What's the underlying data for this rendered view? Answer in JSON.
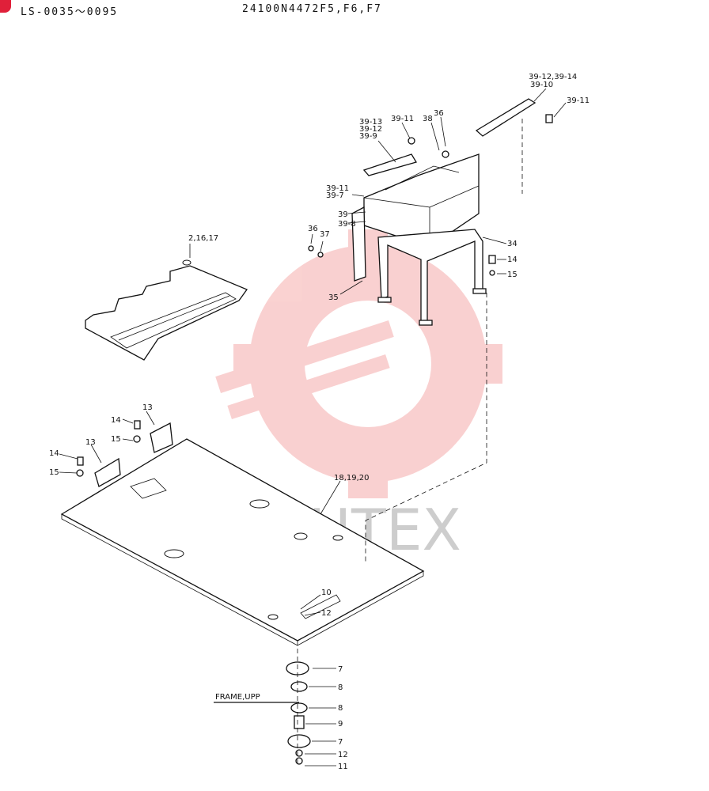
{
  "header": {
    "serial_range": "LS-0035～0095",
    "part_number": "24100N4472F5,F6,F7"
  },
  "watermark": {
    "text": "ИНТЕХ",
    "color": "#e8302e"
  },
  "callouts": {
    "c1": "39-12,39-14",
    "c2": "39-10",
    "c3": "39-11",
    "c4": "39-13",
    "c5": "39-12",
    "c6": "39-9",
    "c7": "39-11",
    "c8": "38",
    "c9": "36",
    "c10": "39-11",
    "c11": "39-7",
    "c12": "39",
    "c13": "39-8",
    "c14": "36",
    "c15": "37",
    "c16": "34",
    "c17": "14",
    "c18": "15",
    "c19": "35",
    "c20": "2,16,17",
    "c21": "14",
    "c22": "13",
    "c23": "15",
    "c24": "13",
    "c25": "14",
    "c26": "15",
    "c27": "18,19,20",
    "c28": "10",
    "c29": "12",
    "c30": "7",
    "c31": "8",
    "c32": "FRAME,UPP",
    "c33": "8",
    "c34": "9",
    "c35": "7",
    "c36": "12",
    "c37": "11"
  }
}
